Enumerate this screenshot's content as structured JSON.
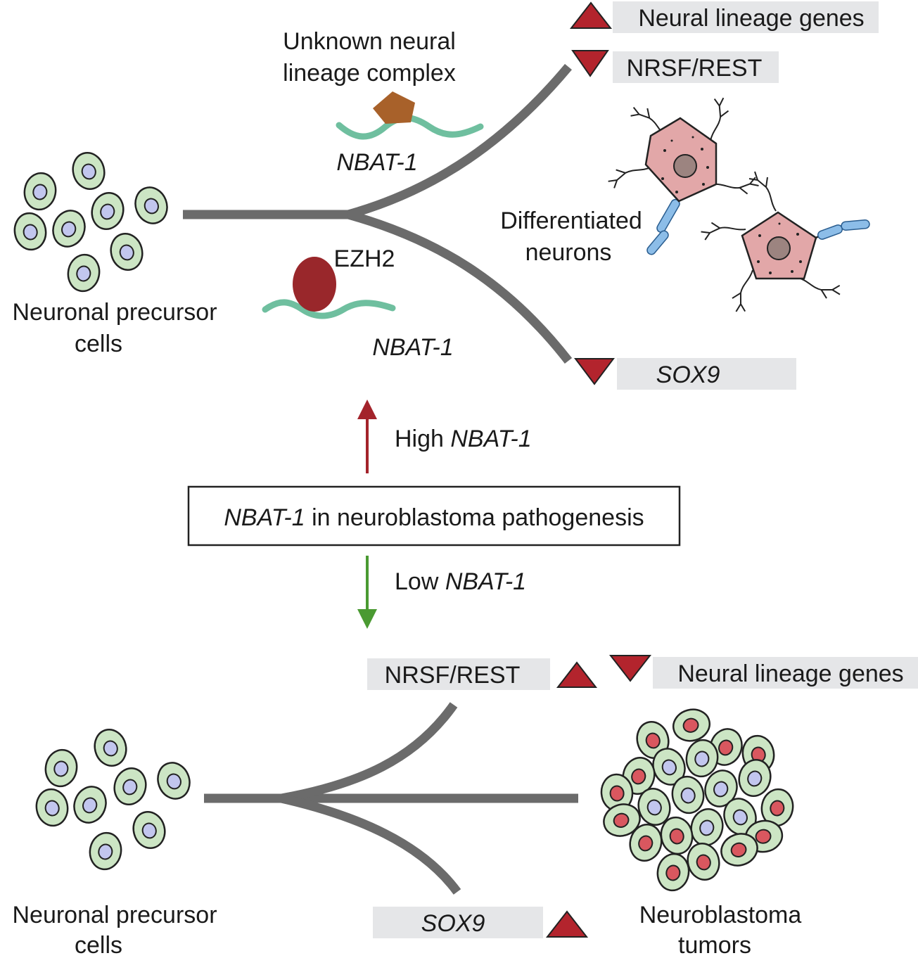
{
  "top": {
    "unknown_complex_line1": "Unknown neural",
    "unknown_complex_line2": "lineage complex",
    "nbat_upper": "NBAT-1",
    "ezh2": "EZH2",
    "nbat_lower": "NBAT-1",
    "precursor_line1": "Neuronal precursor",
    "precursor_line2": "cells",
    "differentiated_line1": "Differentiated",
    "differentiated_line2": "neurons",
    "box_neural_lineage": "Neural lineage genes",
    "box_nrsf": "NRSF/REST",
    "box_sox9": "SOX9"
  },
  "middle": {
    "high_prefix": "High ",
    "high_gene": "NBAT-1",
    "center_gene": "NBAT-1",
    "center_rest": " in neuroblastoma pathogenesis",
    "low_prefix": "Low ",
    "low_gene": "NBAT-1"
  },
  "bottom": {
    "box_nrsf": "NRSF/REST",
    "box_neural_lineage": "Neural lineage genes",
    "box_sox9": "SOX9",
    "precursor_line1": "Neuronal precursor",
    "precursor_line2": "cells",
    "tumor_line1": "Neuroblastoma",
    "tumor_line2": "tumors"
  },
  "colors": {
    "pathway": "#6b6b6b",
    "arrow_up": "#a3232b",
    "arrow_down": "#4a9a32",
    "triangle": "#b3242d",
    "label_box": "#e5e6e8",
    "rna": "#6fbf9f",
    "ezh2": "#99272b",
    "unknown_complex": "#a8612a",
    "cell_fill": "#cce5c4",
    "nucleus_blue": "#c2c6ee",
    "nucleus_red": "#d9575f",
    "neuron_body": "#e2a7a8",
    "axon": "#8cbde8"
  }
}
